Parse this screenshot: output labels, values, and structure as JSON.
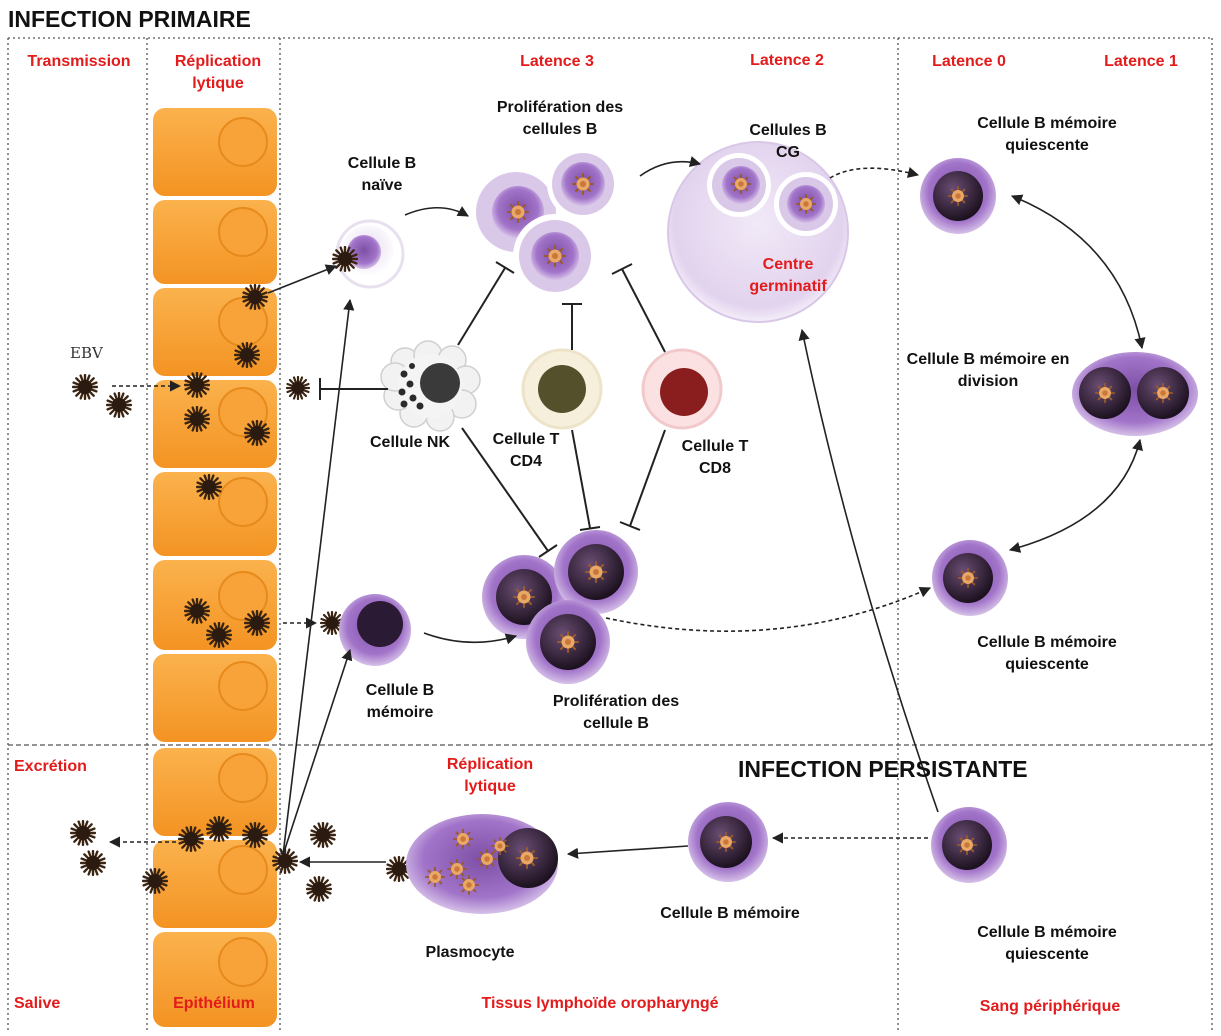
{
  "titles": {
    "primary": "INFECTION PRIMAIRE",
    "persistent": "INFECTION PERSISTANTE"
  },
  "columns": {
    "transmission": "Transmission",
    "lytic_replication_top": "Réplication lytique",
    "latency_3": "Latence 3",
    "latency_2": "Latence 2",
    "latency_0": "Latence 0",
    "latency_1": "Latence 1"
  },
  "bottom_labels": {
    "excretion": "Excrétion",
    "lytic_replication_bottom": "Réplication lytique",
    "saliva": "Salive",
    "epithelium": "Epithélium",
    "oropharyngeal_tissue": "Tissus lymphoïde oropharyngé",
    "peripheral_blood": "Sang périphérique"
  },
  "cells": {
    "ebv": "EBV",
    "naive_b": "Cellule B naïve",
    "b_proliferation_top": "Prolifération des cellules B",
    "gc_b_cells": "Cellules B CG",
    "germinal_center": "Centre germinatif",
    "memory_b_quiescent_top": "Cellule B mémoire quiescente",
    "memory_b_dividing": "Cellule B mémoire en division",
    "nk_cell": "Cellule NK",
    "t_cd4": "Cellule T CD4",
    "t_cd8": "Cellule T CD8",
    "memory_b_mid": "Cellule B mémoire",
    "b_proliferation_bottom": "Prolifération des cellule B",
    "memory_b_quiescent_mid": "Cellule B mémoire quiescente",
    "plasmocyte": "Plasmocyte",
    "memory_b_bottom": "Cellule B mémoire",
    "memory_b_quiescent_bottom": "Cellule B mémoire quiescente"
  },
  "colors": {
    "label_red": "#e31b1b",
    "epithelium_orange": "#f7a43a",
    "b_cell_purple": "#9c67c4",
    "nucleus_dark": "#2a1b2e"
  }
}
